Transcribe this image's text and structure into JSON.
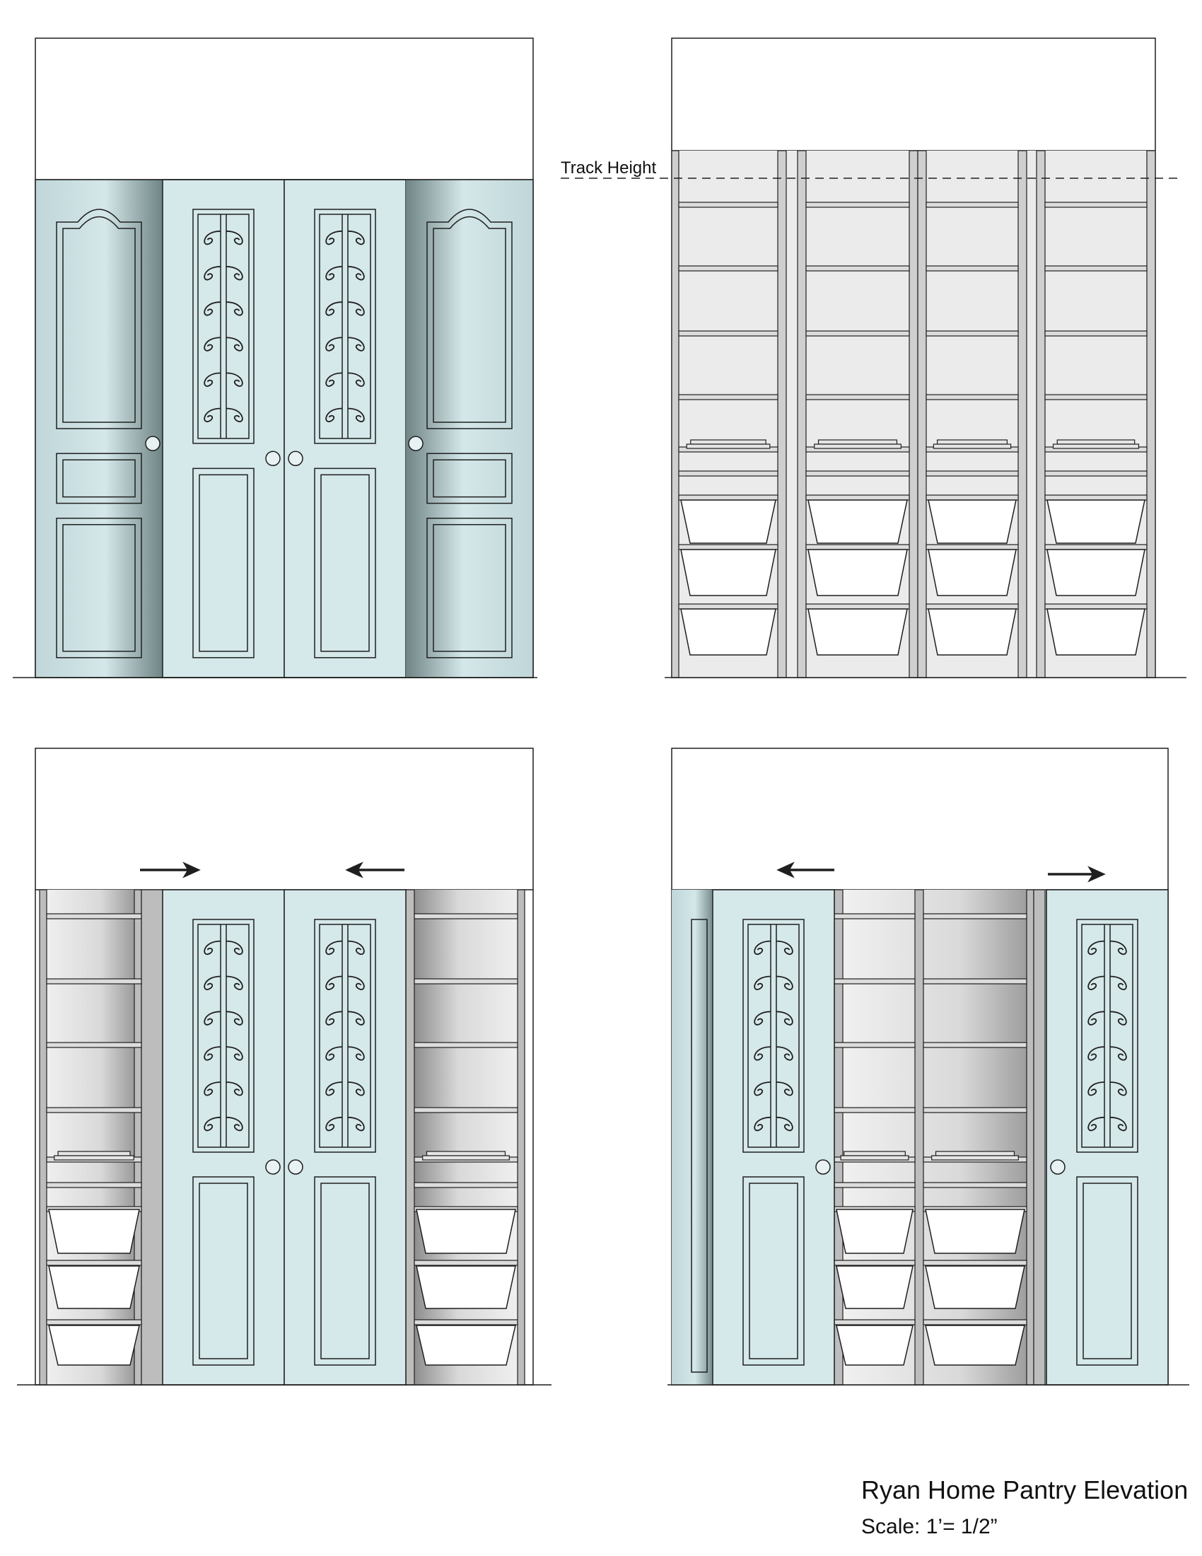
{
  "annotations": {
    "track_height": "Track Height"
  },
  "title_block": {
    "title": "Ryan Home Pantry Elevation",
    "scale": "Scale: 1’= 1/2”"
  },
  "colors": {
    "door_fill": "#d5e8ea",
    "door_side_fill": "#c5dadc",
    "line": "#1f1f1f",
    "shelf_bg": "#ebebeb",
    "shadow": "#8a8a8a"
  },
  "views": [
    {
      "name": "elevation-doors-closed",
      "doors": [
        "raised-panel",
        "scroll-glass",
        "scroll-glass",
        "raised-panel"
      ]
    },
    {
      "name": "elevation-shelving-only",
      "shelf_bays": 4,
      "baskets_per_bay": 3
    },
    {
      "name": "elevation-center-doors-closing",
      "arrows": [
        "right",
        "left"
      ]
    },
    {
      "name": "elevation-doors-open-apart",
      "arrows": [
        "left",
        "right"
      ]
    }
  ]
}
